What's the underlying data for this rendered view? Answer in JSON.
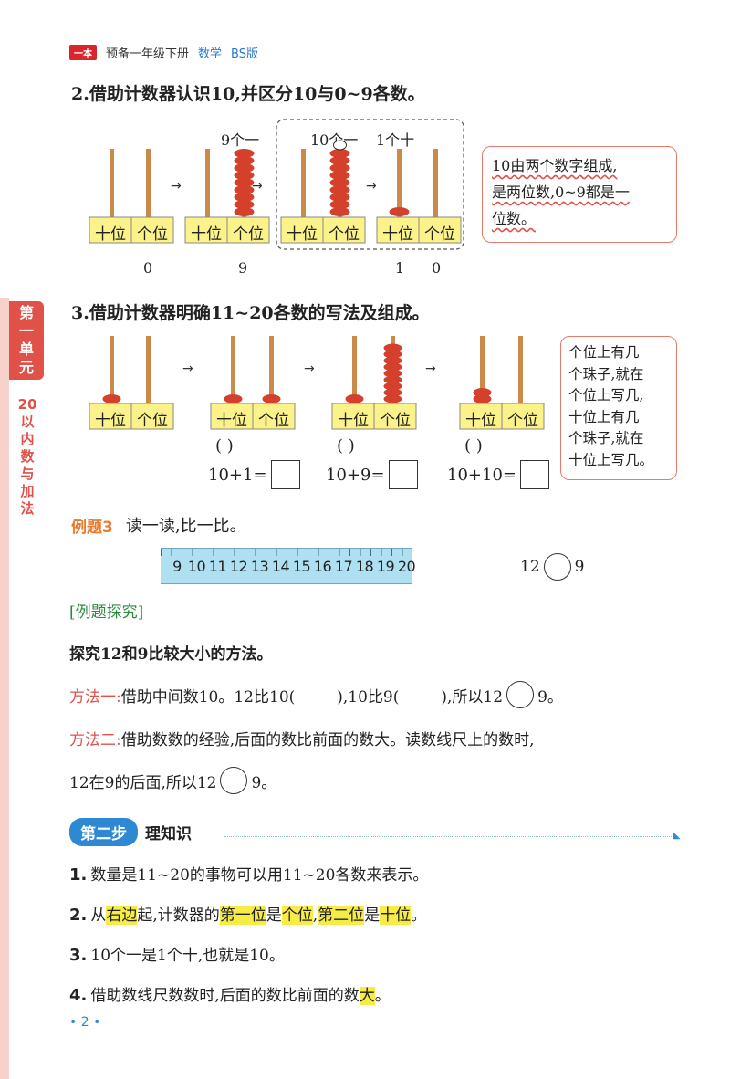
{
  "header": {
    "logo": "一本",
    "book": "预备一年级下册",
    "subject": "数学",
    "edition": "BS版"
  },
  "side_tab": {
    "unit": [
      "第",
      "一",
      "单",
      "元"
    ],
    "topic": [
      "2",
      "0",
      "以",
      "内",
      "数",
      "与",
      "加",
      "法"
    ]
  },
  "section2": {
    "title": "2.借助计数器认识10,并区分10与0~9各数。",
    "place_labels": {
      "tens": "十位",
      "ones": "个位"
    },
    "captions": [
      "9个一",
      "10个一",
      "1个十"
    ],
    "counter_values": [
      "0",
      "9",
      "1",
      "0"
    ],
    "note": [
      "10由两个数字组成,",
      "是两位数,0~9都是一",
      "位数。"
    ]
  },
  "section3": {
    "title": "3.借助计数器明确11~20各数的写法及组成。",
    "parens": [
      "(        )",
      "(        )",
      "(        )"
    ],
    "equations": [
      "10+1=",
      "10+9=",
      "10+10="
    ],
    "note": [
      "个位上有几",
      "个珠子,就在",
      "个位上写几,",
      "十位上有几",
      "个珠子,就在",
      "十位上写几。"
    ]
  },
  "example3": {
    "label": "例题3",
    "prompt": "读一读,比一比。",
    "ruler_numbers": [
      "9",
      "10",
      "11",
      "12",
      "13",
      "14",
      "15",
      "16",
      "17",
      "18",
      "19",
      "20"
    ],
    "compare": {
      "left": "12",
      "right": "9"
    }
  },
  "explore": {
    "label": "[例题探究]",
    "title": "探究12和9比较大小的方法。"
  },
  "method1": {
    "label": "方法一:",
    "t1": "借助中间数10。12比10(",
    "t2": "),10比9(",
    "t3": "),所以12",
    "t4": "9。"
  },
  "method2": {
    "label": "方法二:",
    "line1": "借助数数的经验,后面的数比前面的数大。读数线尺上的数时,",
    "t1": "12在9的后面,所以12",
    "t2": "9。"
  },
  "step2": {
    "pill": "第二步",
    "title": "理知识"
  },
  "knowledge": [
    {
      "num": "1.",
      "text": "数量是11~20的事物可以用11~20各数来表示。"
    },
    {
      "num": "2.",
      "parts": [
        "从",
        "右边",
        "起,计数器的",
        "第一位",
        "是",
        "个位",
        ",",
        "第二位",
        "是",
        "十位",
        "。"
      ]
    },
    {
      "num": "3.",
      "text": "10个一是1个十,也就是10。"
    },
    {
      "num": "4.",
      "parts": [
        "借助数线尺数数时,后面的数比前面的数",
        "大",
        "。"
      ]
    }
  ],
  "page": {
    "number": "2"
  },
  "colors": {
    "accent_red": "#e0514a",
    "accent_blue": "#2f88d4",
    "bead": "#d4402c",
    "rod": "#c98a4a",
    "label_bg": "#fbf28a",
    "highlight": "#f7ec45",
    "ruler": "#aee0f2"
  }
}
